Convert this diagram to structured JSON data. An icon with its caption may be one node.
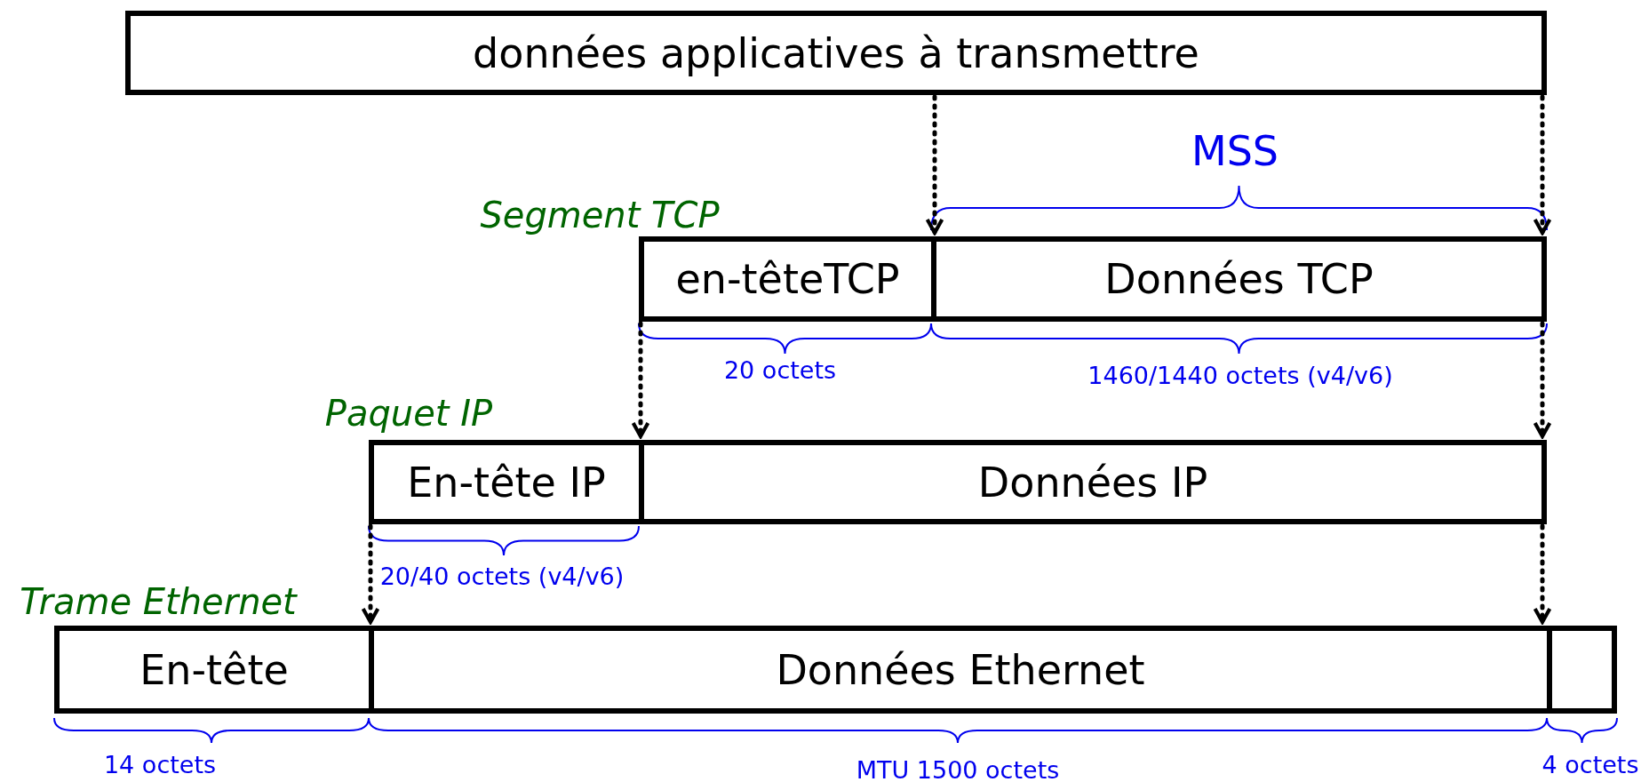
{
  "diagram": {
    "nodes": [
      {
        "text": [
          "données applicatives à transmettre"
        ]
      },
      {
        "text": [
          "en-têteTCP"
        ]
      },
      {
        "text": [
          "Données TCP"
        ]
      },
      {
        "text": [
          "En-tête IP"
        ]
      },
      {
        "text": [
          "Données IP"
        ]
      },
      {
        "text": [
          "En-tête"
        ]
      },
      {
        "text": [
          "Données Ethernet"
        ]
      },
      {
        "text": [],
        "shape": "box"
      }
    ],
    "edges": [
      {
        "from": 0,
        "to": 2,
        "arrow": "to",
        "style": "dashed"
      },
      {
        "from": 0,
        "to": 2,
        "arrow": "to",
        "style": "dashed"
      },
      {
        "from": 1,
        "to": 4,
        "arrow": "to",
        "style": "dashed"
      },
      {
        "from": 2,
        "to": 4,
        "arrow": "to",
        "style": "dashed"
      },
      {
        "from": 3,
        "to": 6,
        "arrow": "to",
        "style": "dashed"
      },
      {
        "from": 4,
        "to": 6,
        "arrow": "to",
        "style": "dashed"
      }
    ],
    "labels": [
      "MSS",
      "Segment TCP",
      "20 octets",
      "1460/1440 octets (v4/v6)",
      "Paquet IP",
      "20/40 octets (v4/v6)",
      "Trame Ethernet",
      "14 octets",
      "MTU 1500 octets",
      "4 octets"
    ]
  }
}
